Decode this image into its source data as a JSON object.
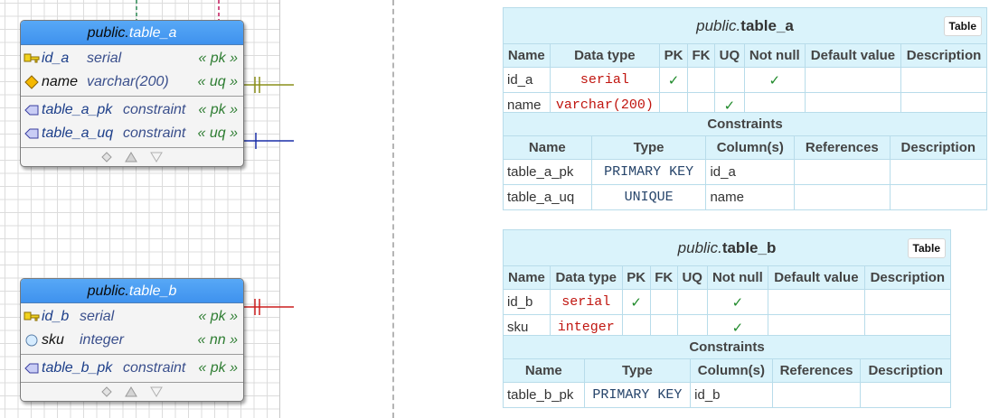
{
  "diagram": {
    "entities": [
      {
        "schema": "public",
        "dot": ".",
        "name": "table_a",
        "columns": [
          {
            "name": "id_a",
            "type": "serial",
            "flag": "« pk »",
            "icon": "key-icon"
          },
          {
            "name": "name",
            "type": "varchar(200)",
            "flag": "« uq »",
            "icon": "diamond-icon"
          }
        ],
        "constraints": [
          {
            "name": "table_a_pk",
            "type": "constraint",
            "flag": "« pk »",
            "icon": "constraint-icon"
          },
          {
            "name": "table_a_uq",
            "type": "constraint",
            "flag": "« uq »",
            "icon": "constraint-icon"
          }
        ]
      },
      {
        "schema": "public",
        "dot": ".",
        "name": "table_b",
        "columns": [
          {
            "name": "id_b",
            "type": "serial",
            "flag": "« pk »",
            "icon": "key-icon"
          },
          {
            "name": "sku",
            "type": "integer",
            "flag": "« nn »",
            "icon": "circle-icon"
          }
        ],
        "constraints": [
          {
            "name": "table_b_pk",
            "type": "constraint",
            "flag": "« pk »",
            "icon": "constraint-icon"
          }
        ]
      }
    ]
  },
  "docs": [
    {
      "schema": "public",
      "dot": ".",
      "name": "table_a",
      "badge": "Table",
      "col_headers": [
        "Name",
        "Data type",
        "PK",
        "FK",
        "UQ",
        "Not null",
        "Default value",
        "Description"
      ],
      "rows": [
        {
          "name": "id_a",
          "type": "serial",
          "pk": "✓",
          "fk": "",
          "uq": "",
          "nn": "✓",
          "def": "",
          "desc": ""
        },
        {
          "name": "name",
          "type": "varchar(200)",
          "pk": "",
          "fk": "",
          "uq": "✓",
          "nn": "",
          "def": "",
          "desc": ""
        }
      ],
      "constraints_title": "Constraints",
      "con_headers": [
        "Name",
        "Type",
        "Column(s)",
        "References",
        "Description"
      ],
      "constraints": [
        {
          "name": "table_a_pk",
          "type": "PRIMARY KEY",
          "cols": "id_a",
          "refs": "",
          "desc": ""
        },
        {
          "name": "table_a_uq",
          "type": "UNIQUE",
          "cols": "name",
          "refs": "",
          "desc": ""
        }
      ]
    },
    {
      "schema": "public",
      "dot": ".",
      "name": "table_b",
      "badge": "Table",
      "col_headers": [
        "Name",
        "Data type",
        "PK",
        "FK",
        "UQ",
        "Not null",
        "Default value",
        "Description"
      ],
      "rows": [
        {
          "name": "id_b",
          "type": "serial",
          "pk": "✓",
          "fk": "",
          "uq": "",
          "nn": "✓",
          "def": "",
          "desc": ""
        },
        {
          "name": "sku",
          "type": "integer",
          "pk": "",
          "fk": "",
          "uq": "",
          "nn": "✓",
          "def": "",
          "desc": ""
        }
      ],
      "constraints_title": "Constraints",
      "con_headers": [
        "Name",
        "Type",
        "Column(s)",
        "References",
        "Description"
      ],
      "constraints": [
        {
          "name": "table_b_pk",
          "type": "PRIMARY KEY",
          "cols": "id_b",
          "refs": "",
          "desc": ""
        }
      ]
    }
  ],
  "colors": {
    "header_blue": "#3f92ee",
    "doc_header_bg": "#daf3fb",
    "type_red": "#c0150f",
    "check_green": "#1f8a2a",
    "flag_green": "#2e7d32"
  }
}
